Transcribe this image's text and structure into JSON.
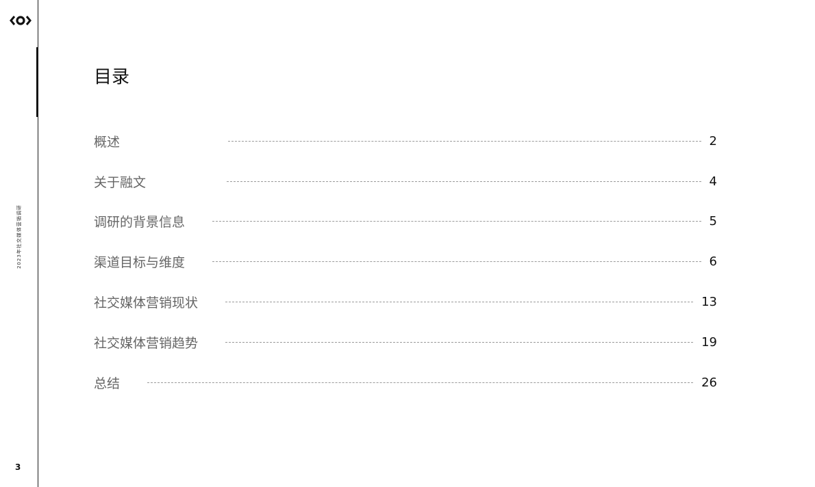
{
  "sidebar": {
    "logo_icon": "eye-bracket-logo-icon",
    "report_title": "2023年社交媒体营销调研",
    "page_number": "3"
  },
  "header": {
    "title": "目录"
  },
  "toc": {
    "items": [
      {
        "label": "概述",
        "page": "2"
      },
      {
        "label": "关于融文",
        "page": "4"
      },
      {
        "label": "调研的背景信息",
        "page": "5"
      },
      {
        "label": "渠道目标与维度",
        "page": "6"
      },
      {
        "label": "社交媒体营销现状",
        "page": "13"
      },
      {
        "label": "社交媒体营销趋势",
        "page": "19"
      },
      {
        "label": "总结",
        "page": "26"
      }
    ]
  }
}
